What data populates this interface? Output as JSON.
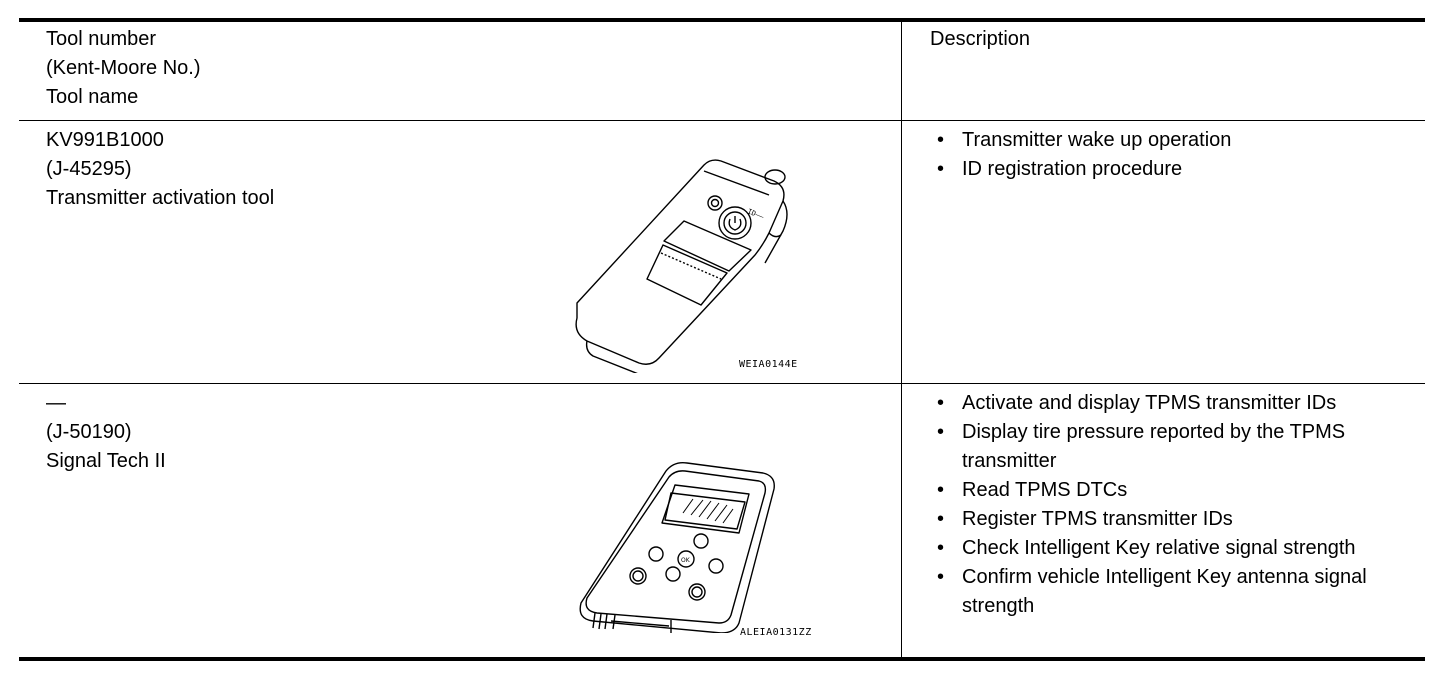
{
  "header": {
    "tool_col": [
      "Tool number",
      "(Kent-Moore No.)",
      "Tool name"
    ],
    "desc_col": "Description"
  },
  "rows": [
    {
      "tool_number": "KV991B1000",
      "kent_moore": "(J-45295)",
      "tool_name": "Transmitter activation tool",
      "figure_code": "WEIA0144E",
      "description": [
        "Transmitter wake up operation",
        "ID registration procedure"
      ]
    },
    {
      "tool_number": "—",
      "kent_moore": "(J-50190)",
      "tool_name": "Signal Tech II",
      "figure_code": "ALEIA0131ZZ",
      "description": [
        "Activate and display TPMS transmitter IDs",
        "Display tire pressure reported by the TPMS transmitter",
        "Read TPMS DTCs",
        "Register TPMS transmitter IDs",
        "Check Intelligent Key relative signal strength",
        "Confirm vehicle Intelligent Key antenna signal strength"
      ]
    }
  ],
  "bullet_glyph": "•"
}
